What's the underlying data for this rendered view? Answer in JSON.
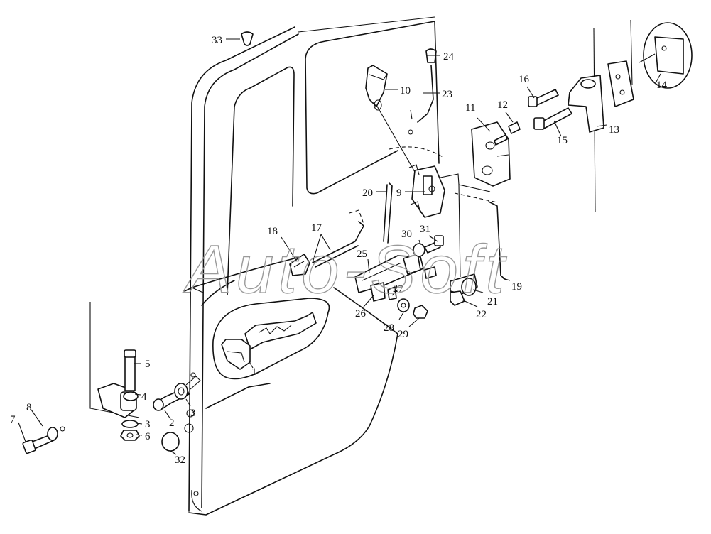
{
  "watermark": "Auto-Soft",
  "callouts": {
    "c1": "1",
    "c2": "2",
    "c3a": "3",
    "c3b": "3",
    "c4": "4",
    "c5": "5",
    "c6": "6",
    "c7": "7",
    "c8": "8",
    "c9": "9",
    "c10": "10",
    "c11": "11",
    "c12": "12",
    "c13": "13",
    "c14": "14",
    "c15": "15",
    "c16": "16",
    "c17": "17",
    "c18": "18",
    "c19": "19",
    "c20": "20",
    "c21": "21",
    "c22": "22",
    "c23": "23",
    "c24": "24",
    "c25": "25",
    "c26": "26",
    "c27": "27",
    "c28": "28",
    "c29": "29",
    "c30": "30",
    "c31": "31",
    "c32": "32",
    "c33": "33"
  }
}
